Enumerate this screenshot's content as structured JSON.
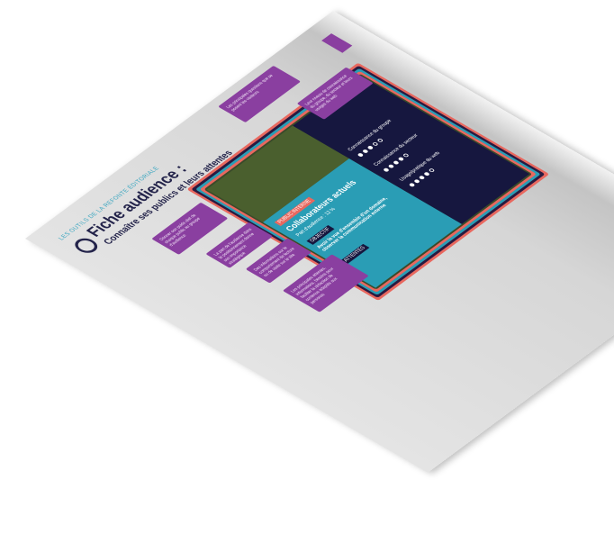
{
  "poster": {
    "kicker": "LES OUTILS DE LA REFONTE ÉDITORIALE",
    "title": "Fiche audience :",
    "subtitle": "Connaître ses publics et leurs attentes",
    "left_boxes": [
      "Donner son poids réel de chaque public au groupe d'audience",
      "La part de l'audience dans le positionnement donne son importance stratégique",
      "Des informations sur le comportement de lecture ou de visite sur le site",
      "Les principales attentes, informations, besoins pour faciliter la rédaction de contenus adaptés aux personas"
    ],
    "audience": {
      "tag": "PUBLIC INTERNE",
      "name": "Collaborateurs actuels",
      "share": "Part d'audience : 12 %",
      "objective_label": "OBJECTIF",
      "objective": "Avoir la vue d'ensemble d'un domaine, observer la communication externe",
      "attentes_label": "ATTENTES"
    },
    "ratings": [
      {
        "label": "Connaissance du groupe",
        "value": 3,
        "max": 5
      },
      {
        "label": "Connaissance du secteur",
        "value": 4,
        "max": 5
      },
      {
        "label": "Usage/pratique du web",
        "value": 4,
        "max": 5
      }
    ],
    "top_boxes": [
      "Les principales questions que se posent les visiteurs",
      "Leur niveau de connaissance du groupe, du secteur et leurs usages du web"
    ]
  },
  "colors": {
    "purple": "#8a3fa0",
    "teal": "#2a9db5",
    "navy": "#16173f",
    "green": "#4a5f2e",
    "coral": "#e8685f"
  }
}
